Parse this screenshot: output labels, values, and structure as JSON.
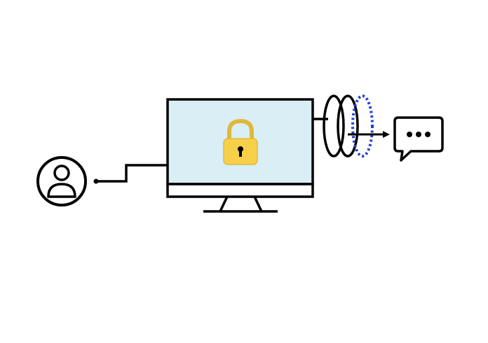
{
  "diagram": {
    "nodes": [
      {
        "id": "user",
        "icon": "user-avatar-icon"
      },
      {
        "id": "computer",
        "icon": "monitor-icon"
      },
      {
        "id": "lock",
        "icon": "padlock-icon"
      },
      {
        "id": "rings",
        "icon": "overlapping-rings-icon"
      },
      {
        "id": "message",
        "icon": "chat-bubble-icon"
      }
    ],
    "edges": [
      {
        "from": "user",
        "to": "computer"
      },
      {
        "from": "computer",
        "to": "message",
        "via": "rings"
      }
    ],
    "colors": {
      "stroke": "#000000",
      "screen": "#daeef6",
      "lock": "#f7d04a",
      "lock_outline": "#e0b83a",
      "highlight_ring": "#1f3fd6",
      "background": "#ffffff"
    }
  }
}
